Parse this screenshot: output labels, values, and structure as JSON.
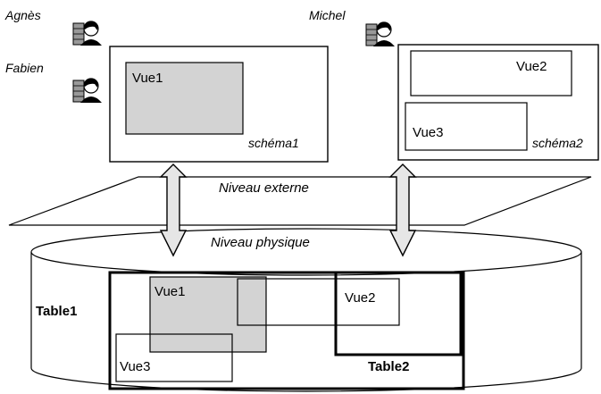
{
  "users": {
    "agnes": "Agnès",
    "fabien": "Fabien",
    "michel": "Michel",
    "icon": "user-avatar-icon"
  },
  "schema1": {
    "view": "Vue1",
    "label": "schéma1"
  },
  "schema2": {
    "view2": "Vue2",
    "view3": "Vue3",
    "label": "schéma2"
  },
  "levels": {
    "external": "Niveau externe",
    "physical": "Niveau physique"
  },
  "physical": {
    "table1": "Table1",
    "table2": "Table2",
    "vue1": "Vue1",
    "vue2": "Vue2",
    "vue3": "Vue3"
  },
  "colors": {
    "view_fill": "#d3d3d3",
    "arrow_fill": "#e6e6e6",
    "line": "#000000"
  }
}
